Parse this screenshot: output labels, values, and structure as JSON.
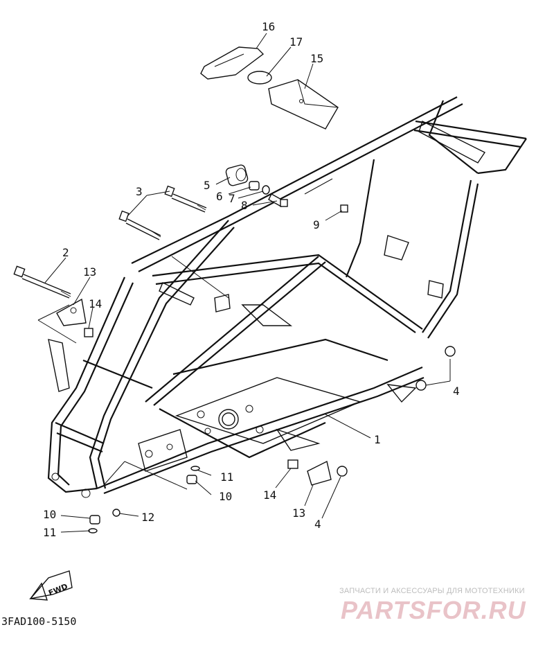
{
  "diagram": {
    "code": "3FAD100-5150",
    "fwd_label": "FWD",
    "callouts": {
      "c1": "1",
      "c2": "2",
      "c3": "3",
      "c4a": "4",
      "c4b": "4",
      "c5": "5",
      "c6": "6",
      "c7": "7",
      "c8": "8",
      "c9": "9",
      "c10a": "10",
      "c10b": "10",
      "c11a": "11",
      "c11b": "11",
      "c12": "12",
      "c13a": "13",
      "c13b": "13",
      "c14a": "14",
      "c14b": "14",
      "c15": "15",
      "c16": "16",
      "c17": "17"
    }
  },
  "watermark": {
    "tagline": "ЗАПЧАСТИ И АКСЕССУАРЫ ДЛЯ МОТОТЕХНИКИ",
    "logo": "PARTSFOR.RU"
  }
}
